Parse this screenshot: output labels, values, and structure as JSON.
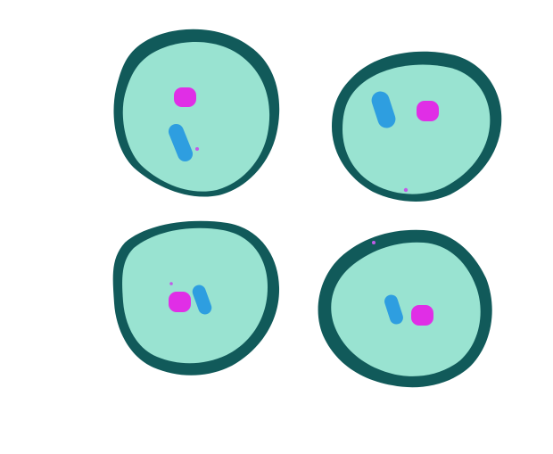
{
  "scene": {
    "background": "#ffffff",
    "cell_wall_color": "#115a5a",
    "cytoplasm_color": "#99e3d1",
    "nucleus_color": "#e02ee6",
    "organelle_color": "#2e9ee0",
    "speck_color": "#c25be8"
  },
  "cells": [
    {
      "id": "cell-top-left"
    },
    {
      "id": "cell-top-right"
    },
    {
      "id": "cell-bottom-left"
    },
    {
      "id": "cell-bottom-right"
    }
  ]
}
